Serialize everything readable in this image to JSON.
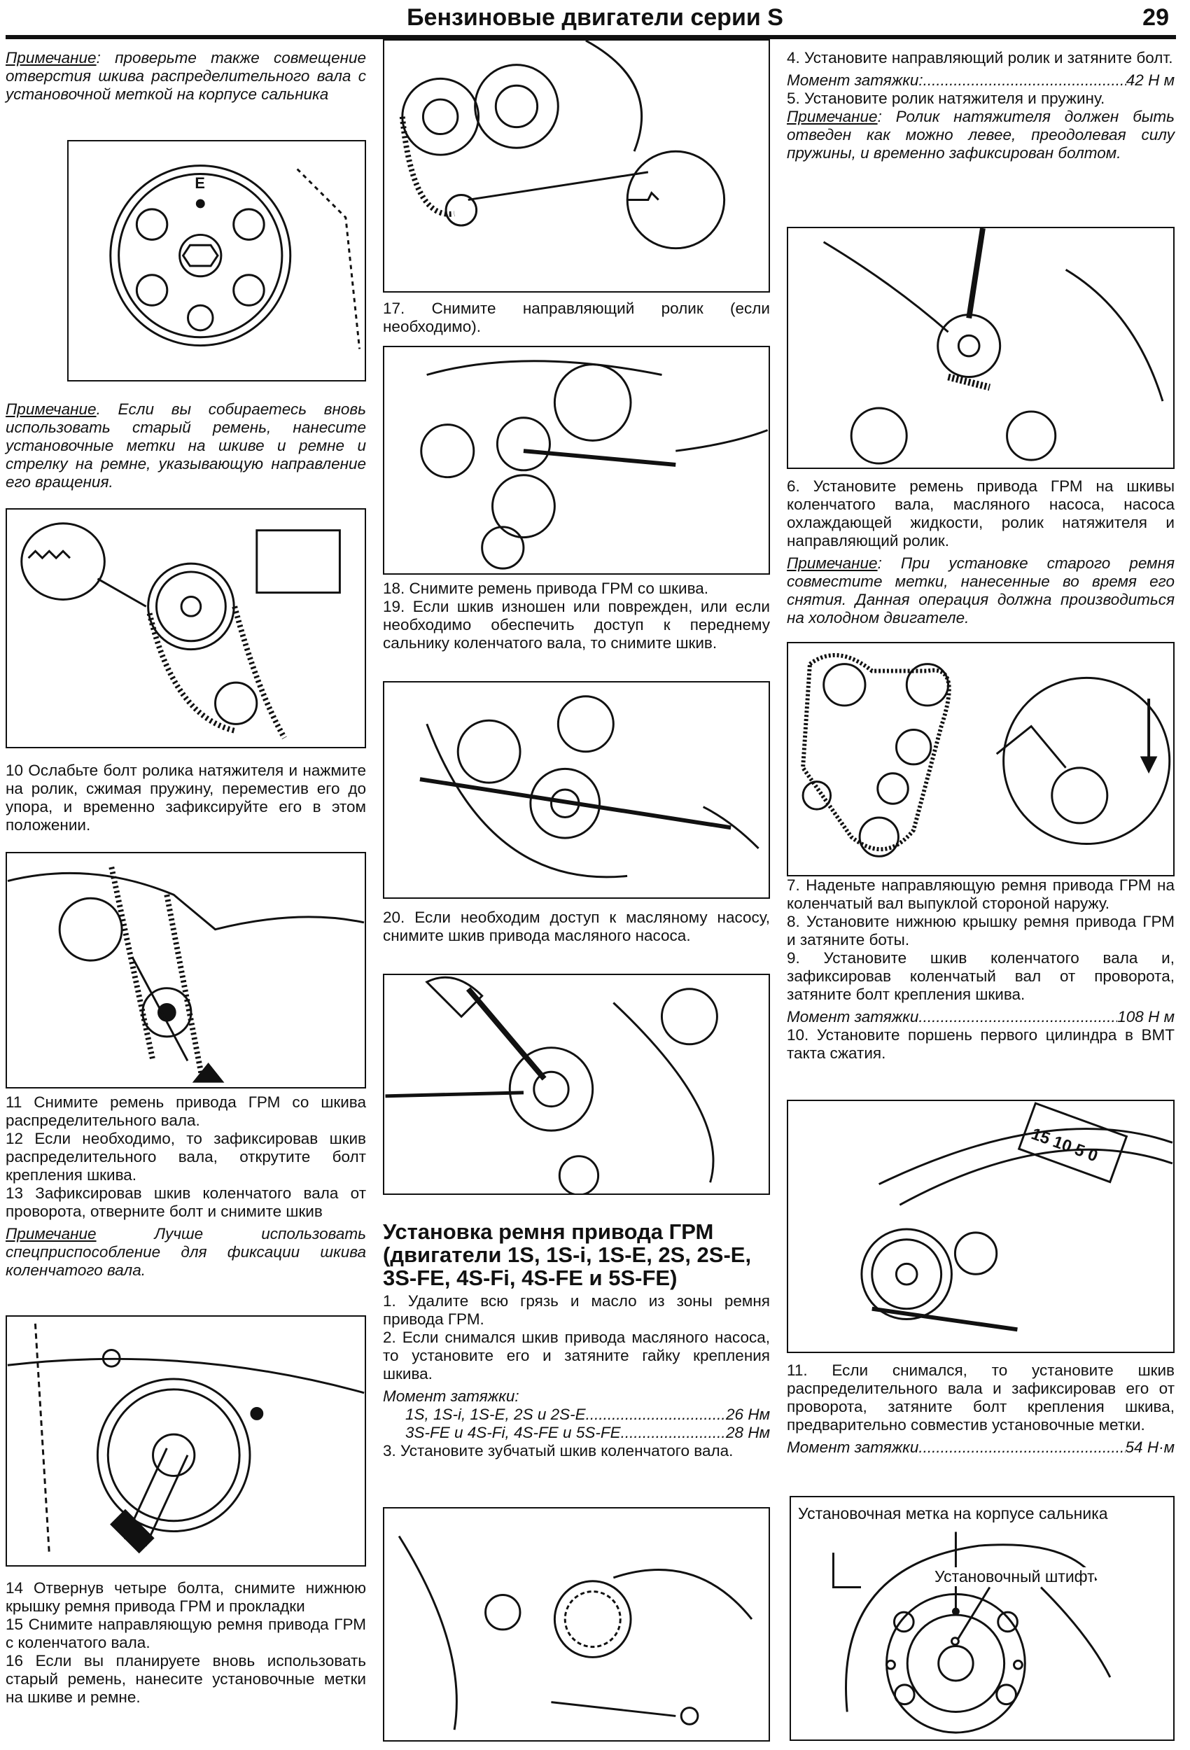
{
  "header": {
    "title": "Бензиновые двигатели серии S",
    "page_number": "29"
  },
  "left": {
    "note1_label": "Примечание",
    "note1_text": ": проверьте также совмещение отверстия шкива распределительного вала с установочной меткой на корпусе сальника",
    "note2_label": "Примечание",
    "note2_text": ". Если вы собираетесь вновь использовать старый ремень, нанесите установочные метки на шкиве и ремне и стрелку на ремне, указывающую направление его вращения.",
    "fig1_mark": "E",
    "step10": "10 Ослабьте болт ролика натяжителя и нажмите на ролик, сжимая пружину, переместив его до упора, и временно зафиксируйте его в этом положении.",
    "step11": "11 Снимите ремень привода ГРМ со шкива распределительного вала.",
    "step12": "12 Если необходимо, то зафиксировав шкив распределительного вала, открутите болт крепления шкива.",
    "step13": "13 Зафиксировав шкив коленчатого вала от проворота, отверните болт и снимите шкив",
    "note3_label": "Примечание",
    "note3_text": " Лучше использовать спецприспособление для фиксации шкива коленчатого вала.",
    "step14": "14 Отвернув четыре болта, снимите нижнюю крышку ремня привода ГРМ и прокладки",
    "step15": "15 Снимите направляющую ремня привода ГРМ с коленчатого вала.",
    "step16": "16 Если вы планируете вновь использовать старый ремень, нанесите установочные метки на шкиве и ремне."
  },
  "middle": {
    "step17": "17. Снимите направляющий ролик (если необходимо).",
    "step18": "18. Снимите ремень привода ГРМ со шкива.",
    "step19": "19. Если шкив изношен или поврежден, или если необходимо обеспечить доступ к переднему сальнику коленчатого вала, то снимите шкив.",
    "step20": "20. Если необходим доступ к масляному насосу, снимите шкив привода масляного насоса.",
    "section_heading": "Установка ремня привода ГРМ (двигатели 1S, 1S-i, 1S-E, 2S, 2S-E, 3S-FE, 4S-Fi, 4S-FE и 5S-FE)",
    "step1": "1. Удалите всю грязь и масло из зоны ремня привода ГРМ.",
    "step2": "2. Если снимался шкив привода масляного насоса, то установите его и затяните гайку крепления шкива.",
    "torque_label": "Момент затяжки:",
    "torque_rows": [
      {
        "engines": "1S, 1S-i, 1S-E, 2S и 2S-E",
        "value": "26 Нм"
      },
      {
        "engines": "3S-FE и 4S-Fi, 4S-FE и 5S-FE",
        "value": "28 Нм"
      }
    ],
    "step3": "3. Установите зубчатый шкив коленчатого вала."
  },
  "right": {
    "step4": "4. Установите направляющий ролик и затяните болт.",
    "torque4_label": "Момент затяжки: ",
    "torque4_value": "42 Н м",
    "step5": "5. Установите ролик натяжителя и пружину.",
    "note4_label": "Примечание",
    "note4_text": ": Ролик натяжителя должен быть отведен как можно левее, преодолевая силу пружины, и временно зафиксирован болтом.",
    "step6": "6. Установите ремень привода ГРМ на шкивы коленчатого вала, масляного насоса, насоса охлаждающей жидкости, ролик натяжителя и направляющий ролик.",
    "note5_label": "Примечание",
    "note5_text": ": При установке старого ремня совместите метки, нанесенные во время его снятия. Данная операция должна производиться на холодном двигателе.",
    "step7": "7. Наденьте направляющую ремня привода ГРМ на коленчатый вал выпуклой стороной наружу.",
    "step8": "8. Установите нижнюю крышку ремня привода ГРМ и затяните боты.",
    "step9": "9. Установите шкив коленчатого вала и, зафиксировав коленчатый вал от проворота, затяните болт крепления шкива.",
    "torque9_label": "Момент затяжки",
    "torque9_value": "108 Н м",
    "step10": "10. Установите поршень первого цилиндра в ВМТ такта сжатия.",
    "fig12_scale": "15 10 5 0",
    "step11": "11. Если снимался, то установите шкив распределительного вала и зафиксировав его от проворота, затяните болт крепления шкива, предварительно совместив установочные метки.",
    "torque11_label": "Момент затяжки",
    "torque11_value": "54 Н·м",
    "fig13_label_mark": "Установочная метка на корпусе сальника",
    "fig13_label_pin": "Установочный штифт"
  }
}
